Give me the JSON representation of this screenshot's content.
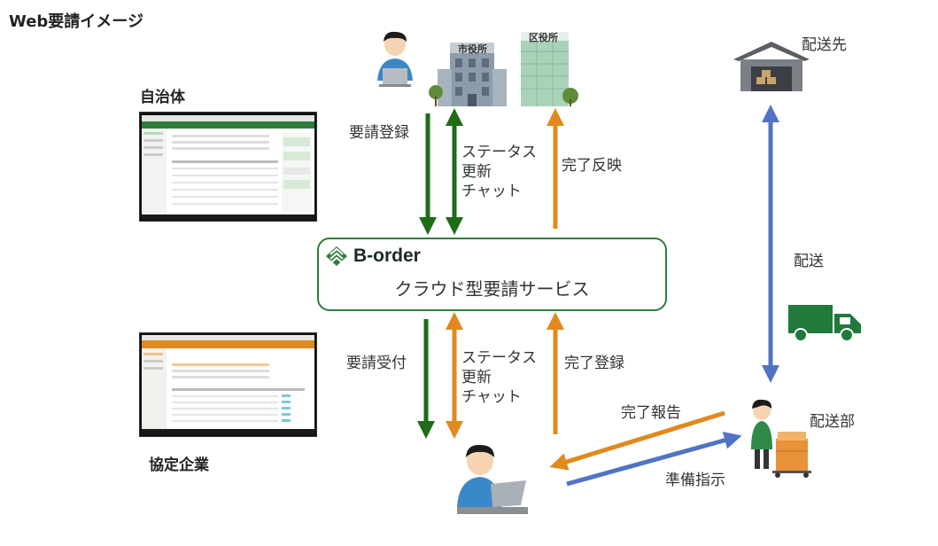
{
  "title": "Web要請イメージ",
  "left_labels": {
    "municipality": "自治体",
    "partner": "協定企業"
  },
  "right_labels": {
    "destination": "配送先",
    "delivery": "配送",
    "delivery_dept": "配送部"
  },
  "buildings": {
    "city_hall": "市役所",
    "ward_office": "区役所"
  },
  "service": {
    "brand": "B-order",
    "name": "クラウド型要請サービス"
  },
  "upper_arrows": {
    "request_register": "要請登録",
    "status": [
      "ステータス",
      "更新",
      "チャット"
    ],
    "done_reflect": "完了反映"
  },
  "lower_arrows": {
    "request_receive": "要請受付",
    "status": [
      "ステータス",
      "更新",
      "チャット"
    ],
    "done_register": "完了登録"
  },
  "diagonal_arrows": {
    "done_report": "完了報告",
    "prep_instruction": "準備指示"
  },
  "colors": {
    "green_arrow": "#1f6b17",
    "orange_arrow": "#e08a1e",
    "blue_arrow": "#4f74c4",
    "truck": "#1f7a3b",
    "brand_green": "#2f7d3c"
  }
}
